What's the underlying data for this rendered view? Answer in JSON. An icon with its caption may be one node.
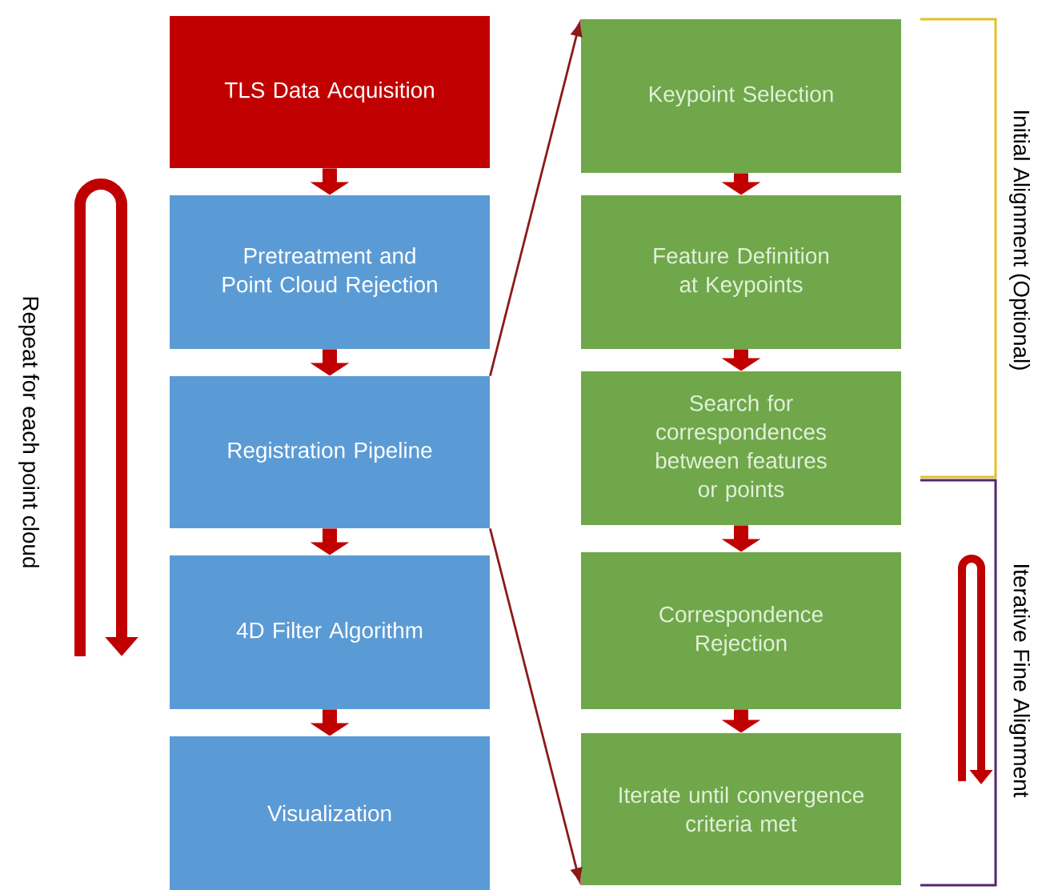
{
  "diagram": {
    "nodes": [
      {
        "text": [
          "TLS Data Acquisition"
        ]
      },
      {
        "text": [
          "Pretreatment and Point Cloud Rejection"
        ]
      },
      {
        "text": [
          "Registration Pipeline"
        ]
      },
      {
        "text": [
          "4D Filter Algorithm"
        ]
      },
      {
        "text": [
          "Visualization"
        ]
      },
      {
        "text": [
          "Keypoint Selection"
        ]
      },
      {
        "text": [
          "Feature Definition at Keypoints"
        ]
      },
      {
        "text": [
          "Search for correspondences between features or points"
        ]
      },
      {
        "text": [
          "Correspondence Rejection"
        ]
      },
      {
        "text": [
          "Iterate until convergence criteria met"
        ]
      }
    ],
    "edges": [
      {
        "from": 0,
        "to": 1,
        "arrow": "to"
      },
      {
        "from": 1,
        "to": 2,
        "arrow": "to"
      },
      {
        "from": 2,
        "to": 3,
        "arrow": "to"
      },
      {
        "from": 3,
        "to": 4,
        "arrow": "to"
      },
      {
        "from": 5,
        "to": 6,
        "arrow": "to"
      },
      {
        "from": 6,
        "to": 7,
        "arrow": "to"
      },
      {
        "from": 7,
        "to": 8,
        "arrow": "to"
      },
      {
        "from": 8,
        "to": 9,
        "arrow": "to"
      },
      {
        "from": 2,
        "to": 5,
        "arrow": "to",
        "color": "#8b1a1a"
      },
      {
        "from": 2,
        "to": 9,
        "arrow": "to",
        "color": "#8b1a1a"
      }
    ],
    "labels": [
      "Repeat for each point cloud",
      "Initial Alignment (Optional)",
      "Iterative Fine Alignment"
    ]
  }
}
